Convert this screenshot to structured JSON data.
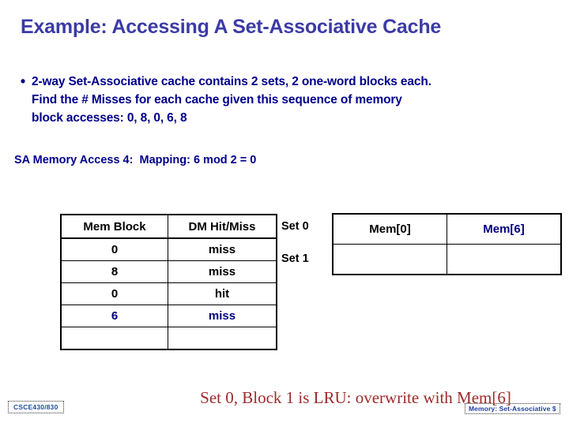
{
  "slide": {
    "title": "Example: Accessing A Set-Associative Cache",
    "bullet_marker": "•",
    "bullet_lines": [
      "2-way Set-Associative cache contains 2 sets, 2 one-word blocks each.",
      "Find the # Misses for each cache given this sequence of memory",
      "block accesses: 0, 8, 0, 6, 8"
    ],
    "sub_heading": "SA Memory Access 4:  Mapping: 6 mod 2 = 0"
  },
  "trace_table": {
    "headers": [
      "Mem Block",
      "DM Hit/Miss"
    ],
    "rows": [
      {
        "mem_block": "0",
        "hit_miss": "miss",
        "highlight": false
      },
      {
        "mem_block": "8",
        "hit_miss": "miss",
        "highlight": false
      },
      {
        "mem_block": "0",
        "hit_miss": "hit",
        "highlight": false
      },
      {
        "mem_block": "6",
        "hit_miss": "miss",
        "highlight": true
      },
      {
        "mem_block": "",
        "hit_miss": "",
        "highlight": false
      }
    ]
  },
  "cache_table": {
    "set_labels": [
      "Set 0",
      "Set 1"
    ],
    "rows": [
      {
        "block0": "Mem[0]",
        "block1": "Mem[6]",
        "block0_highlight": false,
        "block1_highlight": true
      },
      {
        "block0": "",
        "block1": "",
        "block0_highlight": false,
        "block1_highlight": false
      }
    ]
  },
  "footer": {
    "course": "CSCE430/830",
    "caption": "Set 0, Block 1 is LRU: overwrite with  Mem[6]",
    "topic": "Memory: Set-Associative $"
  },
  "colors": {
    "title_blue": "#3B3BA6",
    "body_navy": "#00008B",
    "highlight_navy": "#000080",
    "caption_red": "#9E2B2B",
    "footer_blue": "#1F4E9C",
    "table_border": "#000000",
    "background": "#FFFFFF"
  }
}
